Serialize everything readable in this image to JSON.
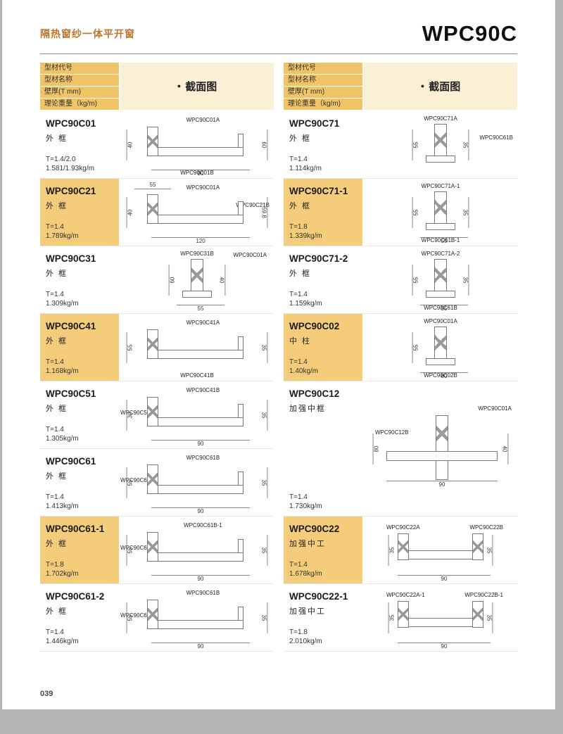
{
  "page": {
    "subtitle": "隔热窗纱一体平开窗",
    "title": "WPC90C",
    "page_number": "039"
  },
  "colors": {
    "accent_orange": "#b9762d",
    "header_tan": "#f0c466",
    "header_section_cream": "#fbf0d6",
    "row_highlight_tan": "#f5cc79",
    "page_background": "#ffffff",
    "outer_gray": "#b4b4b4"
  },
  "table_header": {
    "col1_rows": [
      "型材代号",
      "型材名称",
      "壁厚(T mm)",
      "理论重量（kg/m)"
    ],
    "bullet": "●",
    "section_label": "截面图"
  },
  "left_table": {
    "rows": [
      {
        "code": "WPC90C01",
        "name": "外 框",
        "thickness": "T=1.4/2.0",
        "weight": "1.581/1.93kg/m",
        "highlight": false,
        "tall": false,
        "diagram": {
          "kind": "arm-right",
          "label_a": "WPC90C01A",
          "label_b": "WPC90C01B",
          "label_b_pos": "bottom",
          "dim_top": "",
          "dim_left": "40",
          "dim_right": "60",
          "dim_bottom": "90"
        }
      },
      {
        "code": "WPC90C21",
        "name": "外 框",
        "thickness": "T=1.4",
        "weight": "1.789kg/m",
        "highlight": true,
        "tall": false,
        "diagram": {
          "kind": "arm-right",
          "label_a": "WPC90C01A",
          "label_b": "WPC90C21B",
          "label_b_pos": "mid",
          "dim_top": "55",
          "dim_left": "40",
          "dim_right": "59.8",
          "dim_bottom": "120"
        }
      },
      {
        "code": "WPC90C31",
        "name": "外 框",
        "thickness": "T=1.4",
        "weight": "1.309kg/m",
        "highlight": false,
        "tall": false,
        "diagram": {
          "kind": "vertical",
          "label_a": "WPC90C31B",
          "label_b": "WPC90C01A",
          "label_b_pos": "top",
          "dim_top": "",
          "dim_left": "60",
          "dim_right": "40",
          "dim_bottom": "55"
        }
      },
      {
        "code": "WPC90C41",
        "name": "外 框",
        "thickness": "T=1.4",
        "weight": "1.168kg/m",
        "highlight": true,
        "tall": false,
        "diagram": {
          "kind": "arm-right",
          "label_a": "WPC90C41A",
          "label_b": "WPC90C41B",
          "label_b_pos": "bottom",
          "dim_top": "",
          "dim_left": "55",
          "dim_right": "35",
          "dim_bottom": ""
        }
      },
      {
        "code": "WPC90C51",
        "name": "外 框",
        "thickness": "T=1.4",
        "weight": "1.305kg/m",
        "highlight": false,
        "tall": false,
        "diagram": {
          "kind": "arm-right",
          "label_a": "WPC90C41B",
          "label_b": "WPC90C51A",
          "label_b_pos": "left",
          "dim_top": "",
          "dim_left": "30",
          "dim_right": "35",
          "dim_bottom": "90"
        }
      },
      {
        "code": "WPC90C61",
        "name": "外 框",
        "thickness": "T=1.4",
        "weight": "1.413kg/m",
        "highlight": false,
        "tall": false,
        "diagram": {
          "kind": "arm-right",
          "label_a": "WPC90C61B",
          "label_b": "WPC90C61A",
          "label_b_pos": "left",
          "dim_top": "",
          "dim_left": "55",
          "dim_right": "35",
          "dim_bottom": "90"
        }
      },
      {
        "code": "WPC90C61-1",
        "name": "外 框",
        "thickness": "T=1.8",
        "weight": "1.702kg/m",
        "highlight": true,
        "tall": false,
        "diagram": {
          "kind": "arm-right",
          "label_a": "WPC90C61B-1",
          "label_b": "WPC90C61A-1",
          "label_b_pos": "left",
          "dim_top": "",
          "dim_left": "55",
          "dim_right": "35",
          "dim_bottom": "90"
        }
      },
      {
        "code": "WPC90C61-2",
        "name": "外 框",
        "thickness": "T=1.4",
        "weight": "1.446kg/m",
        "highlight": false,
        "tall": false,
        "diagram": {
          "kind": "arm-right",
          "label_a": "WPC90C61B",
          "label_b": "WPC90C61A-2",
          "label_b_pos": "left",
          "dim_top": "",
          "dim_left": "55",
          "dim_right": "35",
          "dim_bottom": "90"
        }
      }
    ]
  },
  "right_table": {
    "rows": [
      {
        "code": "WPC90C71",
        "name": "外 框",
        "thickness": "T=1.4",
        "weight": "1.114kg/m",
        "highlight": false,
        "tall": false,
        "diagram": {
          "kind": "vertical",
          "label_a": "WPC90C71A",
          "label_b": "WPC90C61B",
          "label_b_pos": "mid",
          "dim_top": "",
          "dim_left": "55",
          "dim_right": "35",
          "dim_bottom": ""
        }
      },
      {
        "code": "WPC90C71-1",
        "name": "外 框",
        "thickness": "T=1.8",
        "weight": "1.339kg/m",
        "highlight": true,
        "tall": false,
        "diagram": {
          "kind": "vertical",
          "label_a": "WPC90C71A-1",
          "label_b": "WPC90C61B-1",
          "label_b_pos": "bottom",
          "dim_top": "",
          "dim_left": "55",
          "dim_right": "35",
          "dim_bottom": "55"
        }
      },
      {
        "code": "WPC90C71-2",
        "name": "外 框",
        "thickness": "T=1.4",
        "weight": "1.159kg/m",
        "highlight": false,
        "tall": false,
        "diagram": {
          "kind": "vertical",
          "label_a": "WPC90C71A-2",
          "label_b": "WPC90C61B",
          "label_b_pos": "bottom",
          "dim_top": "",
          "dim_left": "55",
          "dim_right": "35",
          "dim_bottom": "55"
        }
      },
      {
        "code": "WPC90C02",
        "name": "中 柱",
        "thickness": "T=1.4",
        "weight": "1.40kg/m",
        "highlight": true,
        "tall": false,
        "diagram": {
          "kind": "vertical",
          "label_a": "WPC90C01A",
          "label_b": "WPC90C02B",
          "label_b_pos": "bottom",
          "dim_top": "",
          "dim_left": "55",
          "dim_right": "",
          "dim_bottom": "80"
        }
      },
      {
        "code": "WPC90C12",
        "name": "加强中框",
        "thickness": "T=1.4",
        "weight": "1.730kg/m",
        "highlight": false,
        "tall": true,
        "diagram": {
          "kind": "cross",
          "label_a": "WPC90C01A",
          "label_b": "WPC90C12B",
          "label_b_pos": "left",
          "dim_top": "",
          "dim_left": "80",
          "dim_right": "40",
          "dim_bottom": "90"
        }
      },
      {
        "code": "WPC90C22",
        "name": "加强中工",
        "thickness": "T=1.4",
        "weight": "1.678kg/m",
        "highlight": true,
        "tall": false,
        "diagram": {
          "kind": "double",
          "label_a": "WPC90C22A",
          "label_b": "WPC90C22B",
          "label_b_pos": "top",
          "dim_top": "",
          "dim_left": "35",
          "dim_right": "35",
          "dim_bottom": "90"
        }
      },
      {
        "code": "WPC90C22-1",
        "name": "加强中工",
        "thickness": "T=1.8",
        "weight": "2.010kg/m",
        "highlight": false,
        "tall": false,
        "diagram": {
          "kind": "double",
          "label_a": "WPC90C22A-1",
          "label_b": "WPC90C22B-1",
          "label_b_pos": "top",
          "dim_top": "",
          "dim_left": "35",
          "dim_right": "35",
          "dim_bottom": "90"
        }
      }
    ]
  }
}
